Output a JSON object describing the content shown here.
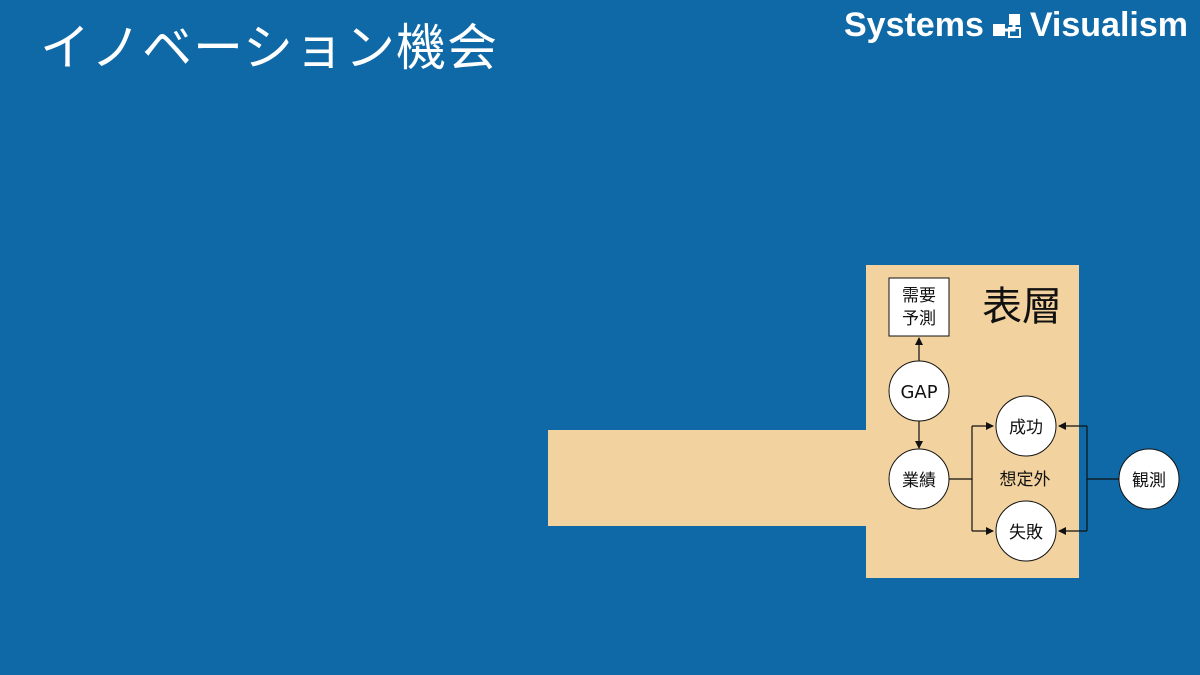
{
  "header": {
    "title": "イノベーション機会",
    "brand_left": "Systems",
    "brand_right": "Visualism",
    "brand_icon": "systems-visualism-logo-icon"
  },
  "diagram": {
    "layer_label": "表層",
    "nodes": {
      "demand_forecast_line1": "需要",
      "demand_forecast_line2": "予測",
      "gap": "GAP",
      "performance": "業績",
      "success": "成功",
      "failure": "失敗",
      "unexpected": "想定外",
      "observation": "観測"
    },
    "colors": {
      "background": "#0f69a7",
      "layer_fill": "#f2d29e",
      "node_fill": "#ffffff",
      "stroke": "#111111"
    }
  }
}
